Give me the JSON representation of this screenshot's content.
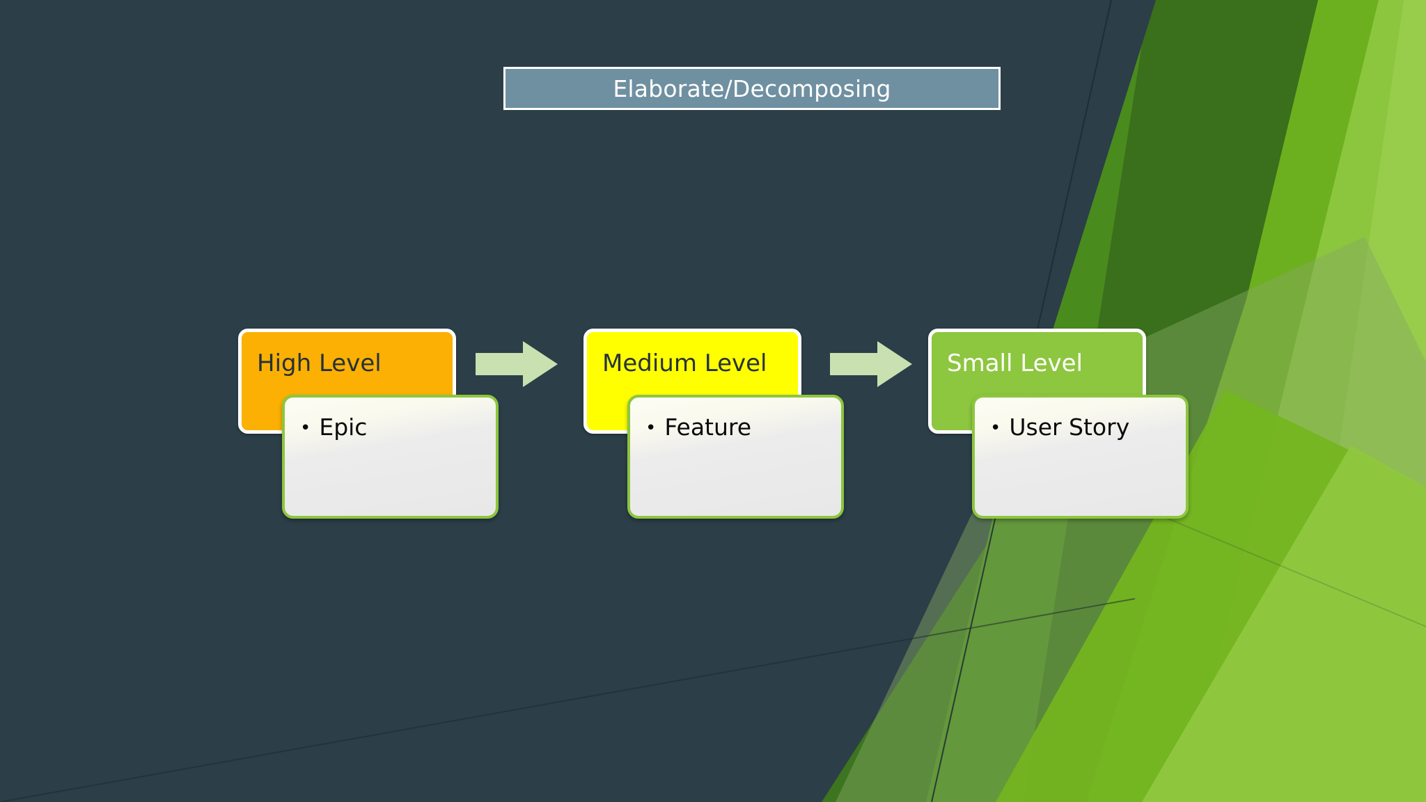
{
  "slide": {
    "background_color": "#2c3e48",
    "theme_accent": "#8dc63f"
  },
  "title": {
    "text": "Elaborate/Decomposing",
    "fill_color": "#6f90a1",
    "border_color": "#ffffff",
    "text_color": "#ffffff"
  },
  "flow": {
    "arrow_color": "#c9e0b0",
    "steps": [
      {
        "level_label": "High Level",
        "level_fill": "#fbb003",
        "level_text_color": "#263238",
        "item_bullet": "•",
        "item_text": "Epic",
        "item_border": "#8cc63e"
      },
      {
        "level_label": "Medium Level",
        "level_fill": "#ffff00",
        "level_text_color": "#263238",
        "item_bullet": "•",
        "item_text": "Feature",
        "item_border": "#8cc63e"
      },
      {
        "level_label": "Small Level",
        "level_fill": "#8dc63f",
        "level_text_color": "#ffffff",
        "item_bullet": "•",
        "item_text": "User Story",
        "item_border": "#8cc63e"
      }
    ]
  }
}
